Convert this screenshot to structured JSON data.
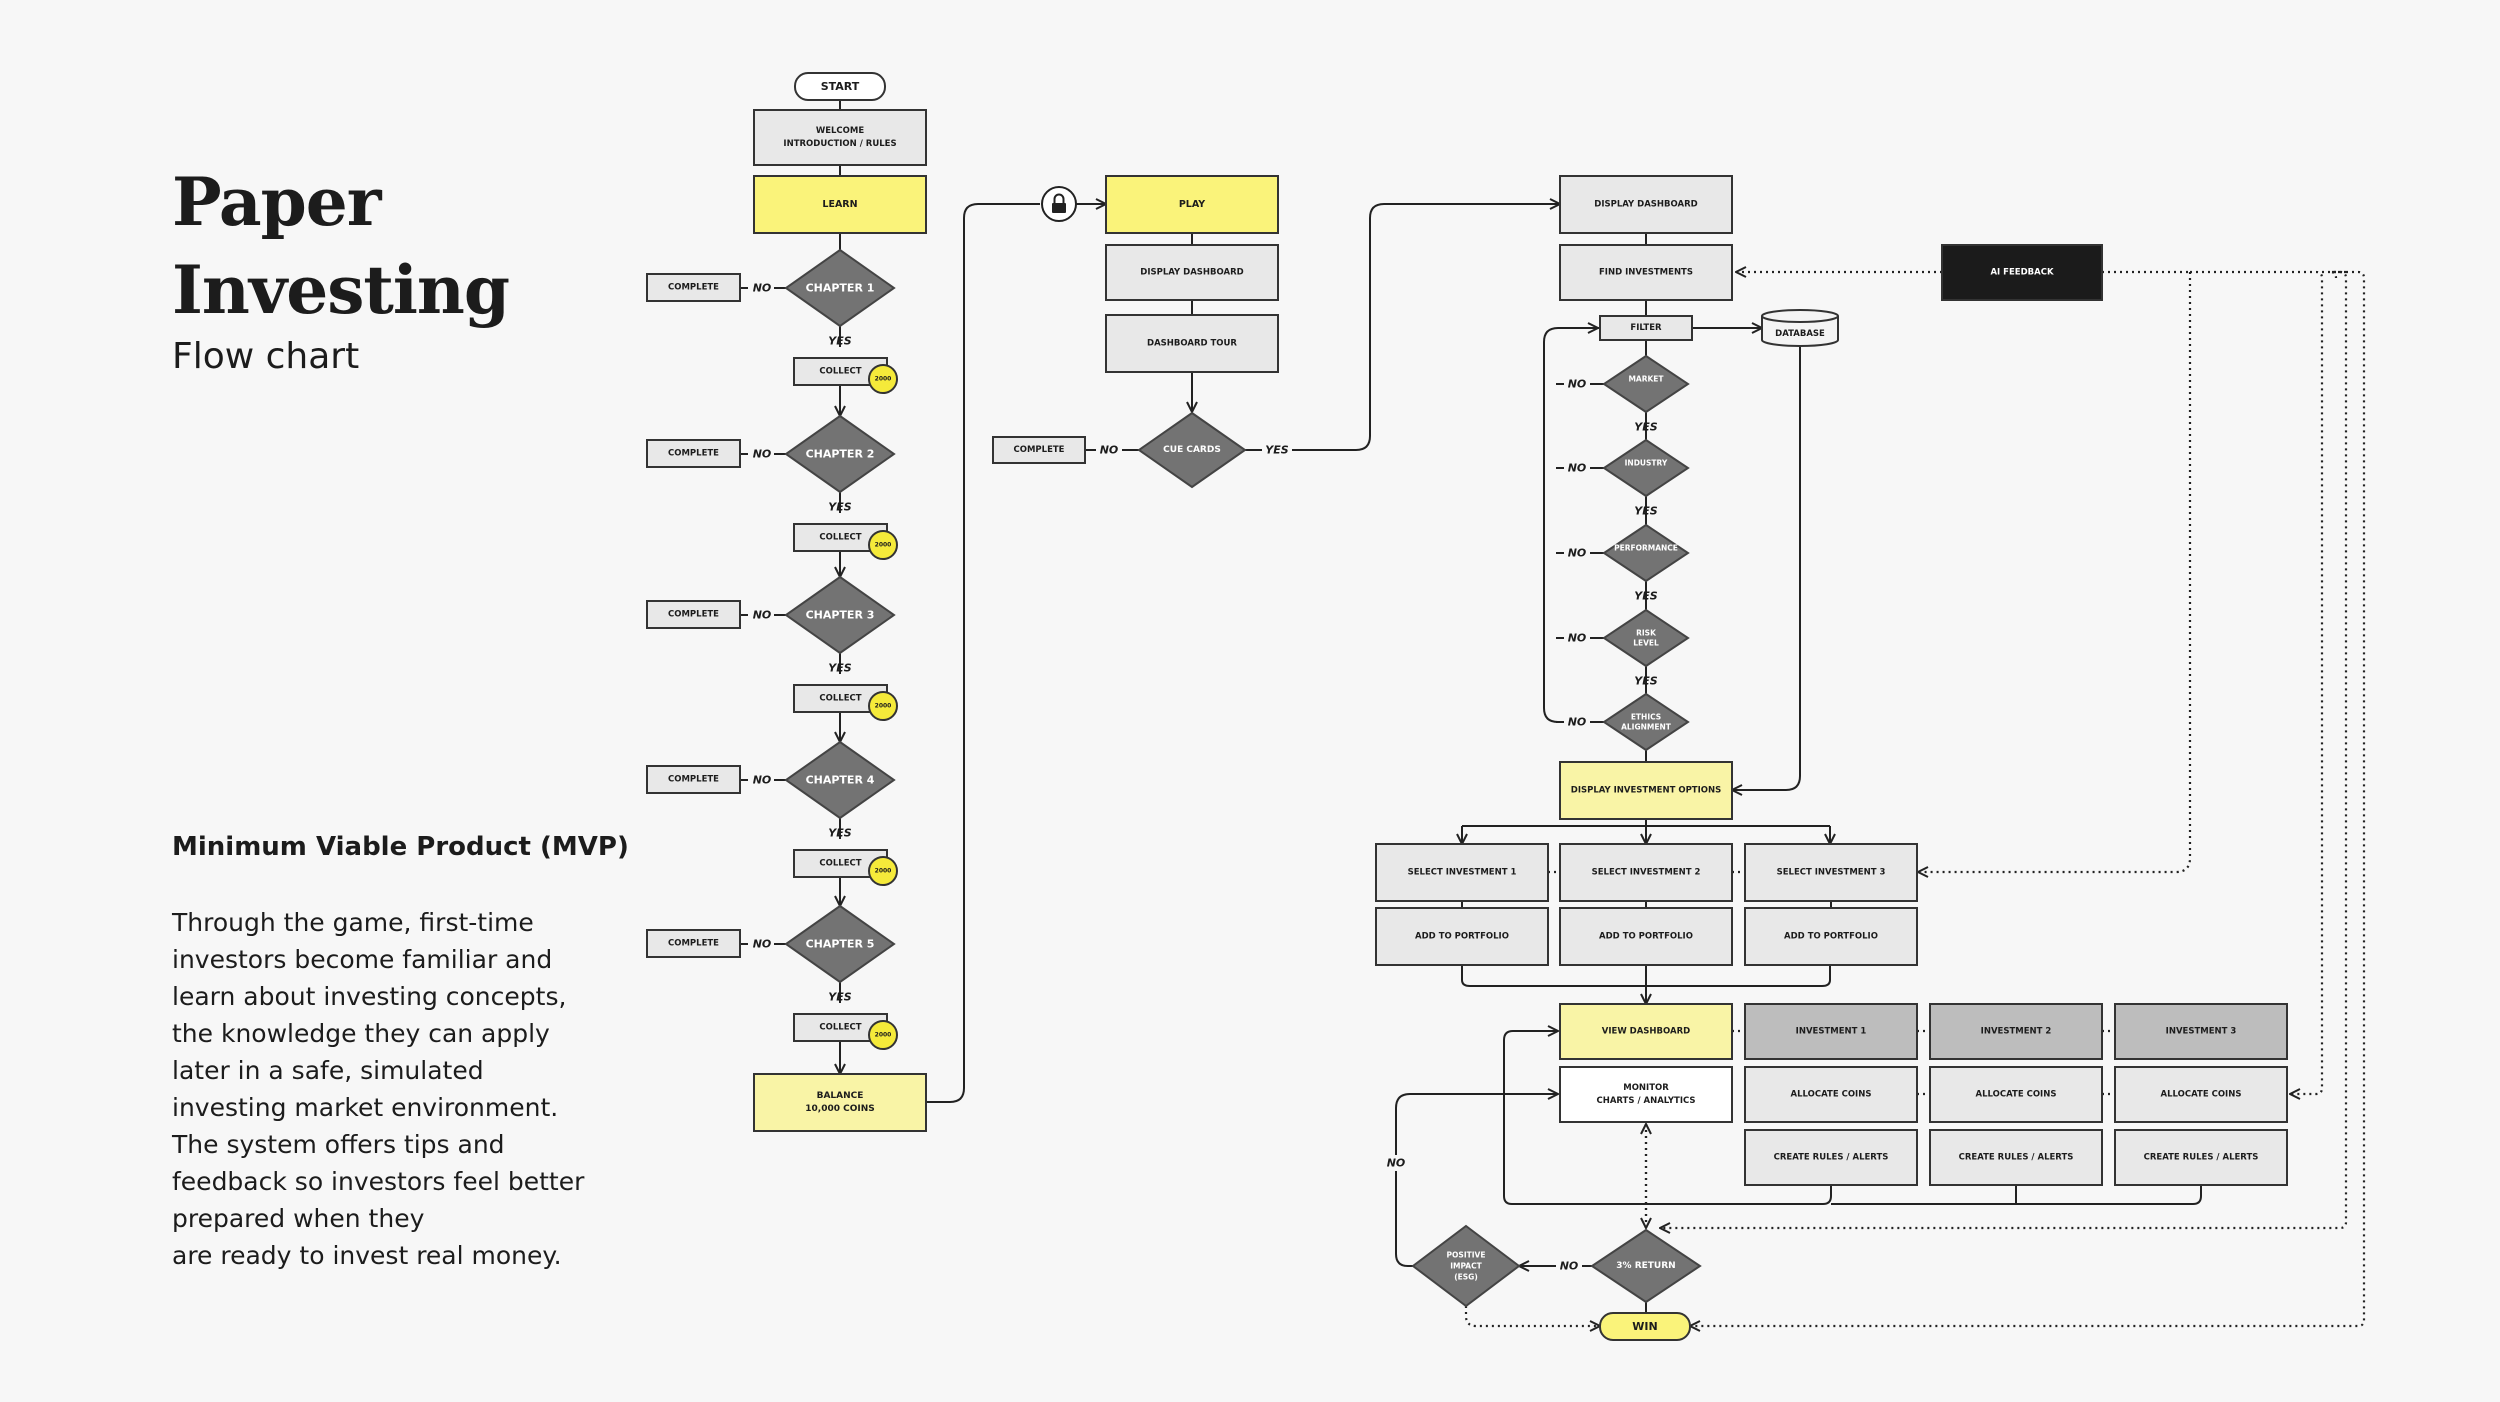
{
  "header": {
    "title_line1": "Paper",
    "title_line2": "Investing",
    "subtitle": "Flow chart"
  },
  "mvp": {
    "heading": "Minimum Viable Product (MVP)",
    "lines": [
      "Through the game, first-time",
      "investors become familiar and",
      "learn about investing concepts,",
      "the knowledge they can apply",
      "later in a safe, simulated",
      "investing market environment.",
      "The system offers tips and",
      "feedback so investors feel better",
      "prepared when they",
      "are ready to invest real money."
    ]
  },
  "colors": {
    "background": "#f7f7f7",
    "box": "#e8e8e8",
    "highlight": "#faf37a",
    "highlight_light": "#f9f4a6",
    "diamond": "#737373",
    "dark": "#1b1b1b",
    "gray_box": "#bdbdbd",
    "coin": "#f5ea3a"
  },
  "icons": {
    "lock": "lock-icon",
    "coin": "coin-icon"
  },
  "learn_column": {
    "start": "START",
    "welcome_line1": "WELCOME",
    "welcome_line2": "INTRODUCTION / RULES",
    "learn": "LEARN",
    "chapters": [
      "CHAPTER 1",
      "CHAPTER 2",
      "CHAPTER 3",
      "CHAPTER 4",
      "CHAPTER 5"
    ],
    "complete": "COMPLETE",
    "collect": "COLLECT",
    "coin_value": "2000",
    "yes": "YES",
    "no": "NO",
    "balance_line1": "BALANCE",
    "balance_line2": "10,000 COINS"
  },
  "play_column": {
    "play": "PLAY",
    "display_dashboard": "DISPLAY DASHBOARD",
    "dashboard_tour": "DASHBOARD TOUR",
    "cue_cards": "CUE CARDS",
    "complete": "COMPLETE",
    "no": "NO",
    "yes": "YES"
  },
  "invest_column": {
    "display_dashboard": "DISPLAY DASHBOARD",
    "find_investments": "FIND INVESTMENTS",
    "filter": "FILTER",
    "database": "DATABASE",
    "ai_feedback": "AI FEEDBACK",
    "filters": [
      {
        "line1": "MARKET",
        "line2": ""
      },
      {
        "line1": "INDUSTRY",
        "line2": ""
      },
      {
        "line1": "PERFORMANCE",
        "line2": ""
      },
      {
        "line1": "RISK",
        "line2": "LEVEL"
      },
      {
        "line1": "ETHICS",
        "line2": "ALIGNMENT"
      }
    ],
    "no": "NO",
    "yes": "YES",
    "display_options": "DISPLAY INVESTMENT OPTIONS",
    "select": [
      "SELECT INVESTMENT 1",
      "SELECT INVESTMENT 2",
      "SELECT INVESTMENT 3"
    ],
    "add_to_portfolio": "ADD TO PORTFOLIO",
    "view_dashboard": "VIEW DASHBOARD",
    "monitor_line1": "MONITOR",
    "monitor_line2": "CHARTS / ANALYTICS",
    "investments": [
      "INVESTMENT 1",
      "INVESTMENT 2",
      "INVESTMENT 3"
    ],
    "allocate_coins": "ALLOCATE COINS",
    "create_rules": "CREATE RULES / ALERTS",
    "positive_line1": "POSITIVE",
    "positive_line2": "IMPACT",
    "positive_line3": "(ESG)",
    "return": "3% RETURN",
    "win": "WIN"
  }
}
